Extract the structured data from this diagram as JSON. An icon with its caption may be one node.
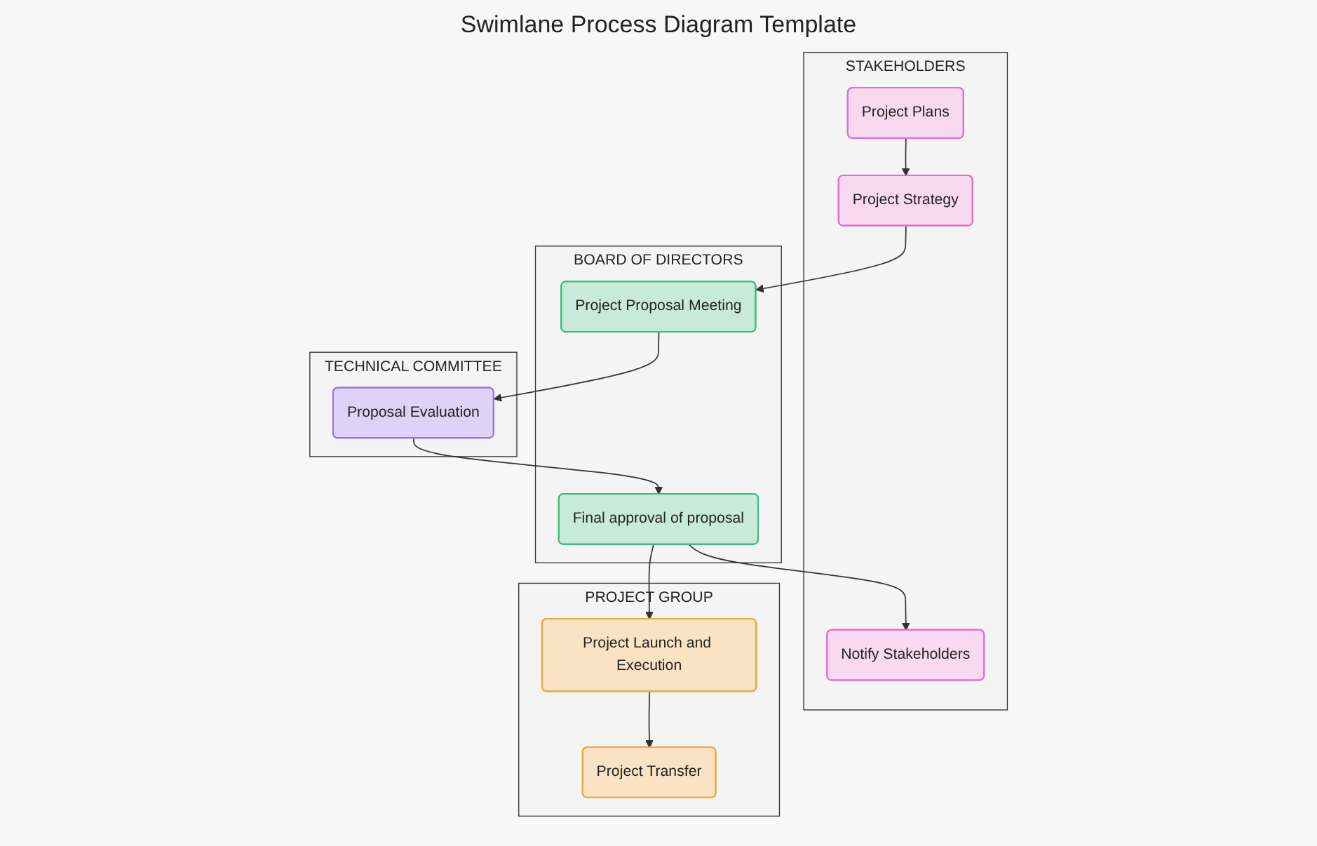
{
  "diagram": {
    "title": "Swimlane Process Diagram Template",
    "nodes": [
      {
        "text": [
          "STAKEHOLDERS"
        ]
      },
      {
        "text": [
          "Project Plans"
        ],
        "in": 0
      },
      {
        "text": [
          "Project Strategy"
        ],
        "in": 0
      },
      {
        "text": [
          "Notify Stakeholders"
        ],
        "in": 0
      },
      {
        "text": [
          "BOARD OF DIRECTORS"
        ]
      },
      {
        "text": [
          "Project Proposal Meeting"
        ],
        "in": 4
      },
      {
        "text": [
          "Final approval of proposal"
        ],
        "in": 4
      },
      {
        "text": [
          "TECHNICAL COMMITTEE"
        ]
      },
      {
        "text": [
          "Proposal Evaluation"
        ],
        "in": 7
      },
      {
        "text": [
          "PROJECT GROUP"
        ]
      },
      {
        "text": [
          "Project Launch and Execution"
        ],
        "in": 9
      },
      {
        "text": [
          "Project Transfer"
        ],
        "in": 9
      }
    ],
    "edges": [
      {
        "from": 1,
        "to": 2,
        "arrow": "to"
      },
      {
        "from": 2,
        "to": 5,
        "arrow": "to"
      },
      {
        "from": 5,
        "to": 8,
        "arrow": "to"
      },
      {
        "from": 8,
        "to": 6,
        "arrow": "to"
      },
      {
        "from": 6,
        "to": 3,
        "arrow": "to"
      },
      {
        "from": 6,
        "to": 10,
        "arrow": "to"
      },
      {
        "from": 10,
        "to": 11,
        "arrow": "to"
      }
    ]
  }
}
